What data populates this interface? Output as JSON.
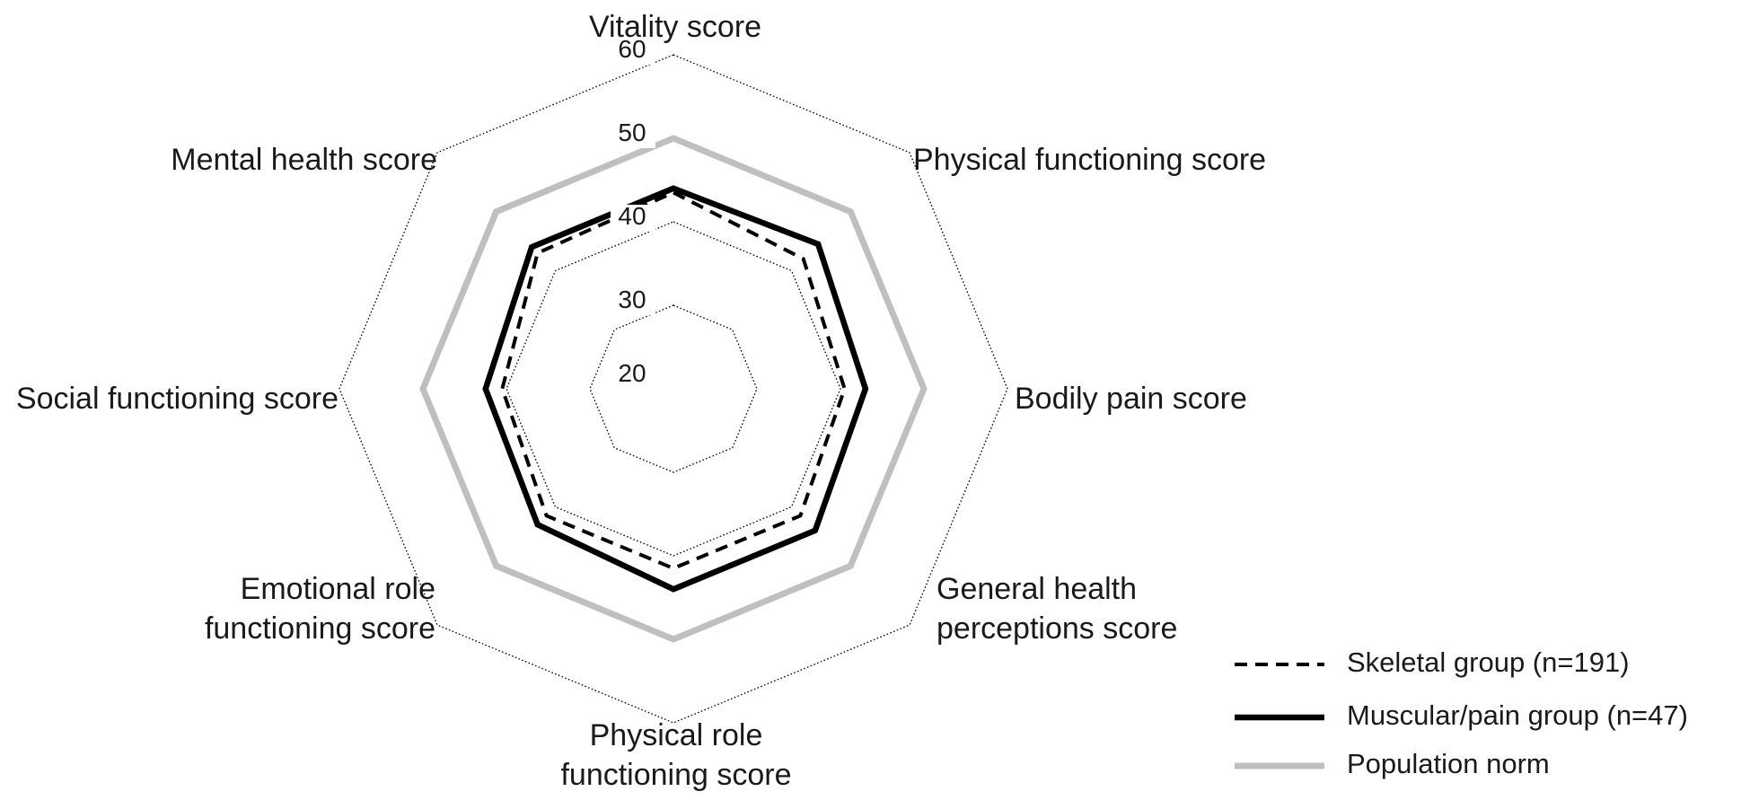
{
  "chart_data": {
    "type": "radar",
    "title": "",
    "categories": [
      [
        "Vitality score"
      ],
      [
        "Physical functioning score"
      ],
      [
        "Bodily pain score"
      ],
      [
        "General health",
        "perceptions score"
      ],
      [
        "Physical role",
        "functioning score"
      ],
      [
        "Emotional role",
        "functioning score"
      ],
      [
        "Social functioning score"
      ],
      [
        "Mental health score"
      ]
    ],
    "rlim": [
      20,
      60
    ],
    "ticks": [
      20,
      30,
      40,
      50,
      60
    ],
    "grid": true,
    "legend_position": "bottom-right",
    "series": [
      {
        "name": "Skeletal group (n=191)",
        "style": "dashed",
        "color": "#000000",
        "values": [
          43.5,
          42,
          40.5,
          41.5,
          41.5,
          41.5,
          40.5,
          43
        ]
      },
      {
        "name": "Muscular/pain group (n=47)",
        "style": "solid",
        "color": "#000000",
        "values": [
          44,
          44.5,
          43,
          44,
          44,
          43,
          42.5,
          44
        ]
      },
      {
        "name": "Population norm",
        "style": "solid",
        "color": "#bfbfbf",
        "values": [
          50,
          50,
          50,
          50,
          50,
          50,
          50,
          50
        ]
      }
    ]
  }
}
